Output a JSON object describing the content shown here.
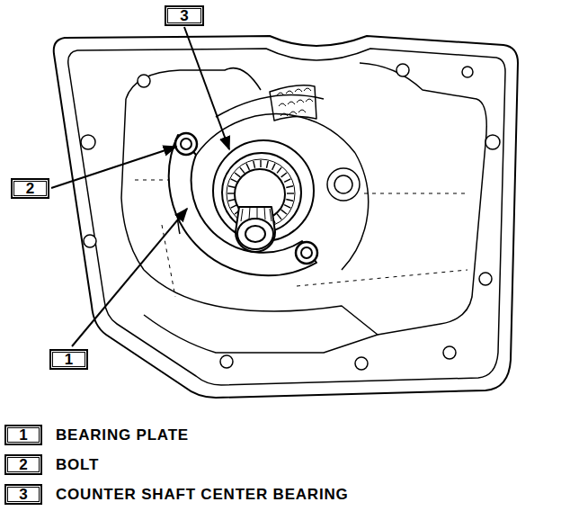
{
  "diagram": {
    "nodes": [
      {
        "text": [
          "3"
        ]
      },
      {
        "text": [
          "2"
        ]
      },
      {
        "text": [
          "1"
        ]
      },
      {
        "text": [
          "1",
          "BEARING PLATE"
        ]
      },
      {
        "text": [
          "2",
          "BOLT"
        ]
      },
      {
        "text": [
          "3",
          "COUNTER SHAFT CENTER BEARING"
        ]
      }
    ]
  }
}
